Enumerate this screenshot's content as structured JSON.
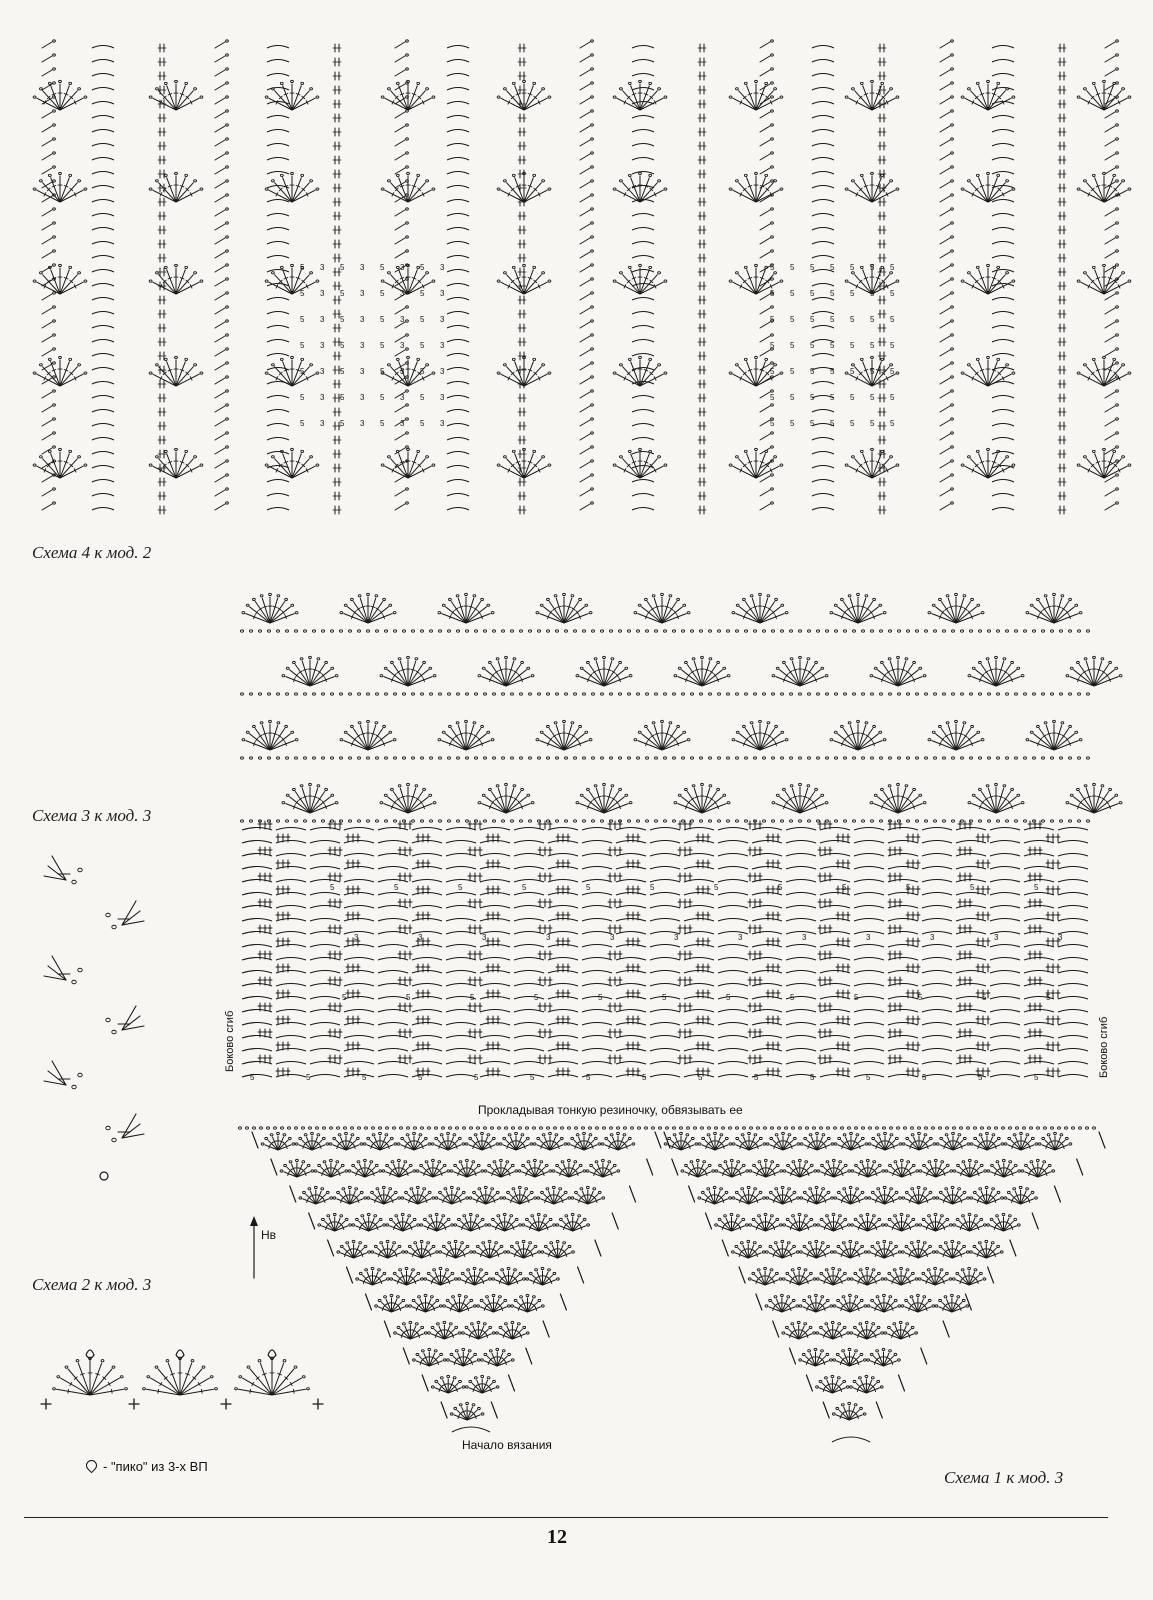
{
  "captions": {
    "schema4": "Схема 4 к мод. 2",
    "schema3": "Схема 3 к мод. 3",
    "schema2": "Схема 2 к мод. 3",
    "schema1": "Схема 1 к мод. 3"
  },
  "labels": {
    "side_fold": "Боково сгиб",
    "elastic_note": "Прокладывая тонкую резиночку, обвязывать ее",
    "direction": "Нв",
    "start": "Начало вязания"
  },
  "legend": {
    "pico": "- \"пико\" из 3-х ВП"
  },
  "page_number": "12",
  "colors": {
    "ink": "#1a1a1a",
    "paper": "#f7f6f3"
  }
}
